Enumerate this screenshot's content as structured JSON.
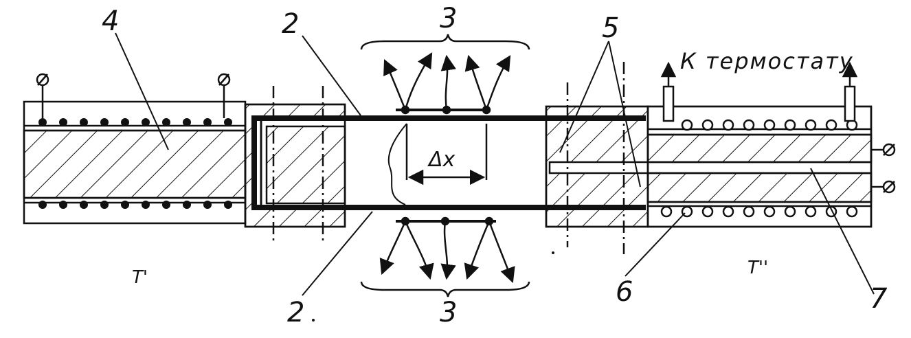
{
  "labels": {
    "heater_left": "4",
    "sample_top": "2",
    "sample_bottom": "2",
    "emission_top": "3",
    "emission_bottom": "3",
    "junctions": "5",
    "cooling_coil": "6",
    "cooler_core": "7",
    "temp_left": "T'",
    "temp_right": "T''",
    "delta_x": "Δx",
    "to_thermostat": "К термостату"
  },
  "colors": {
    "ink": "#111111",
    "paper": "#ffffff"
  },
  "icons": {
    "terminal": "terminal-icon",
    "arrow": "arrow-up-icon"
  }
}
